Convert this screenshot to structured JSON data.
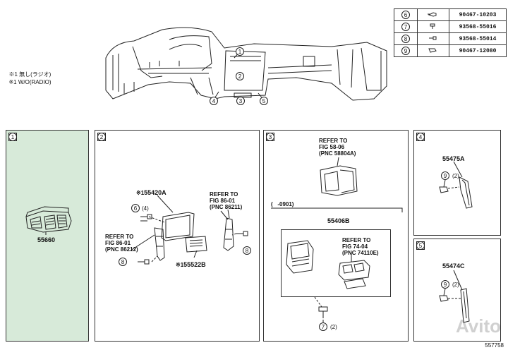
{
  "notes": [
    {
      "mark": "※1",
      "text": "無し(ラジオ)"
    },
    {
      "mark": "※1",
      "text": "W/O(RADIO)"
    }
  ],
  "parts_table": [
    {
      "ref": "6",
      "part": "90467-10203"
    },
    {
      "ref": "7",
      "part": "93568-55016"
    },
    {
      "ref": "8",
      "part": "93568-55014"
    },
    {
      "ref": "9",
      "part": "90467-12080"
    }
  ],
  "overview_callouts": [
    "1",
    "2",
    "3",
    "4",
    "5"
  ],
  "panels": {
    "p1": {
      "num": "1",
      "part": "55660"
    },
    "p2": {
      "num": "2",
      "part_a_mark": "※1",
      "part_a": "55420A",
      "part_b_mark": "※1",
      "part_b": "55522B",
      "callout_6": "6",
      "qty_6": "(4)",
      "callout_8a": "8",
      "callout_8b": "8",
      "ref1": [
        "REFER TO",
        "FIG 86-01",
        "(PNC 86211)"
      ],
      "ref2": [
        "REFER TO",
        "FIG 86-01",
        "(PNC 86212)"
      ]
    },
    "p3": {
      "num": "3",
      "ref_top": [
        "REFER TO",
        "FIG 58-06",
        "(PNC 58804A)"
      ],
      "date": "(   -0901)",
      "part": "55406B",
      "ref_inner": [
        "REFER TO",
        "FIG 74-04",
        "(PNC 74110E)"
      ],
      "callout_7": "7",
      "qty_7": "(2)"
    },
    "p4": {
      "num": "4",
      "part": "55475A",
      "callout_9": "9",
      "qty_9": "(2)"
    },
    "p5": {
      "num": "5",
      "part": "55474C",
      "callout_9": "9",
      "qty_9": "(2)"
    }
  },
  "image_id": "557758",
  "watermark": "Avito",
  "colors": {
    "panel1_fill": "#d7ead9",
    "line": "#222222"
  }
}
